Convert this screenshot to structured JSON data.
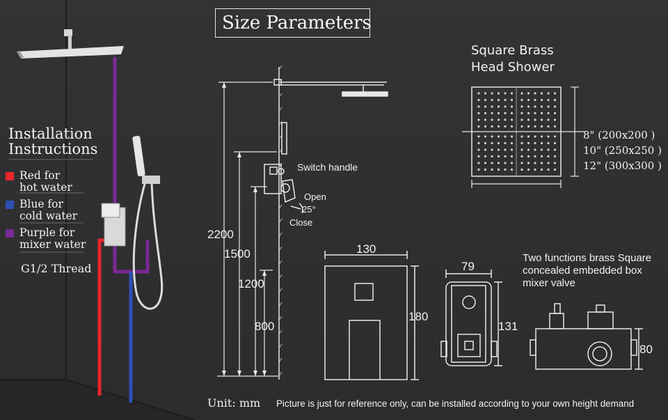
{
  "title": "Size Parameters",
  "install": {
    "heading_line1": "Installation",
    "heading_line2": "Instructions",
    "legend": [
      {
        "color": "#e8262b",
        "line1": "Red for",
        "line2": "hot water"
      },
      {
        "color": "#2e4fb5",
        "line1": "Blue for",
        "line2": "cold water"
      },
      {
        "color": "#7a2a93",
        "line1": "Purple for",
        "line2": "mixer water"
      }
    ],
    "thread": "G1/2 Thread"
  },
  "head_shower": {
    "title_line1": "Square Brass",
    "title_line2": "Head Shower",
    "sizes": [
      "8\" (200x200 )",
      "10\" (250x250 )",
      "12\" (300x300 )"
    ]
  },
  "heights": {
    "h2200": "2200",
    "h1500": "1500",
    "h1200": "1200",
    "h800": "800"
  },
  "switch": {
    "label": "Switch handle",
    "open": "Open",
    "angle": "25°",
    "close": "Close"
  },
  "panel": {
    "width": "130",
    "height": "180"
  },
  "box": {
    "width": "79",
    "height": "131"
  },
  "valve": {
    "line1": "Two functions brass Square",
    "line2": "concealed embedded box",
    "line3": "mixer valve",
    "height": "80"
  },
  "unit": "Unit: mm",
  "note": "Picture is just for reference only, can be installed according to your own height demand",
  "colors": {
    "hot": "#e8262b",
    "cold": "#2e4fb5",
    "mixer": "#7a2a93",
    "line": "#e8e8e8"
  }
}
